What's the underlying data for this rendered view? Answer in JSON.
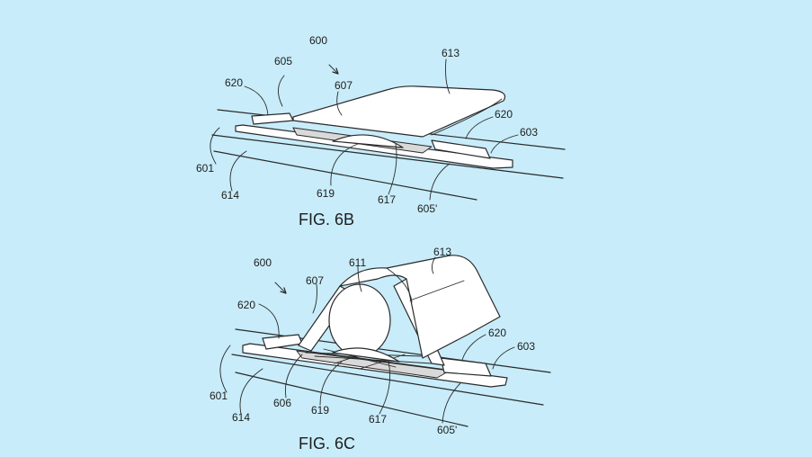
{
  "figures": [
    {
      "id": "fig-6b",
      "caption": "FIG. 6B",
      "refs": {
        "r600": "600",
        "r605": "605",
        "r620a": "620",
        "r607": "607",
        "r613": "613",
        "r620b": "620",
        "r603": "603",
        "r601": "601",
        "r614": "614",
        "r619": "619",
        "r617": "617",
        "r605p": "605'"
      }
    },
    {
      "id": "fig-6c",
      "caption": "FIG. 6C",
      "refs": {
        "r600": "600",
        "r607": "607",
        "r611": "611",
        "r613": "613",
        "r620a": "620",
        "r620b": "620",
        "r603": "603",
        "r601": "601",
        "r614": "614",
        "r606": "606",
        "r619": "619",
        "r617": "617",
        "r605p": "605'"
      }
    }
  ],
  "colors": {
    "background": "#c8ecfa",
    "line": "#2a2a2a",
    "part_fill": "#ffffff",
    "shade_fill": "#d9d9d9"
  }
}
